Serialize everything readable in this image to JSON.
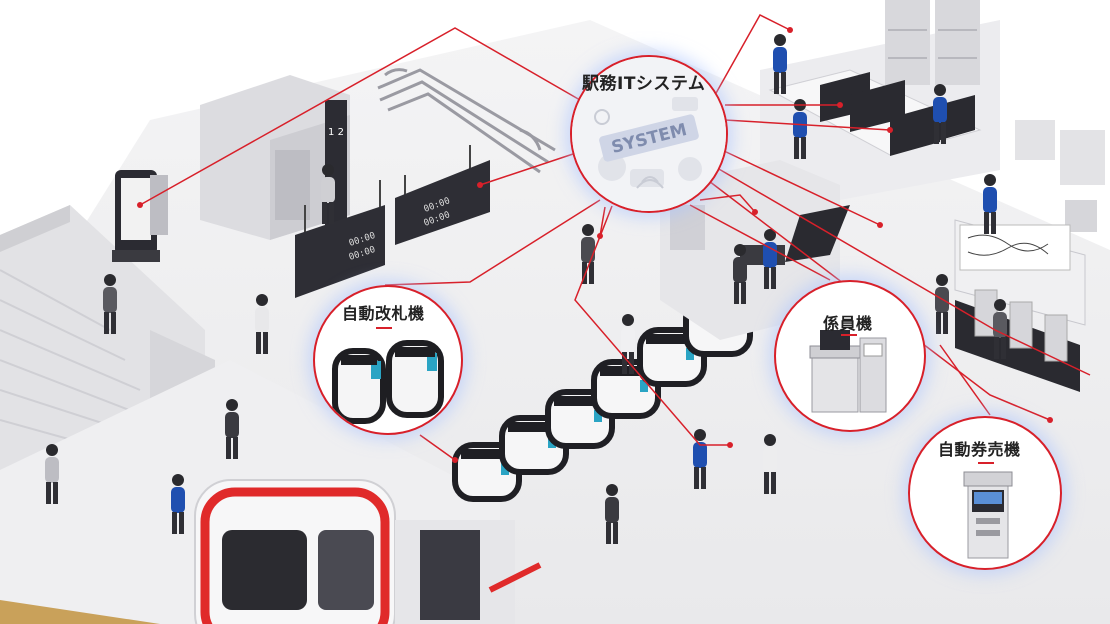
{
  "system": {
    "label": "駅務ITシステム",
    "banner": "SYSTEM"
  },
  "callouts": {
    "ticket_gate": "自動改札機",
    "staff_machine": "係員機",
    "ticket_vending_machine": "自動券売機"
  },
  "signs": {
    "departure_board_times": [
      "00:00",
      "00:00",
      "00:00",
      "00:00"
    ],
    "floor_sign": "1 2"
  },
  "colors": {
    "connection_line": "#d8202a",
    "train_stripe": "#e02a2a",
    "staff_uniform": "#1f4fb0",
    "glow": "#b3c7ff"
  }
}
